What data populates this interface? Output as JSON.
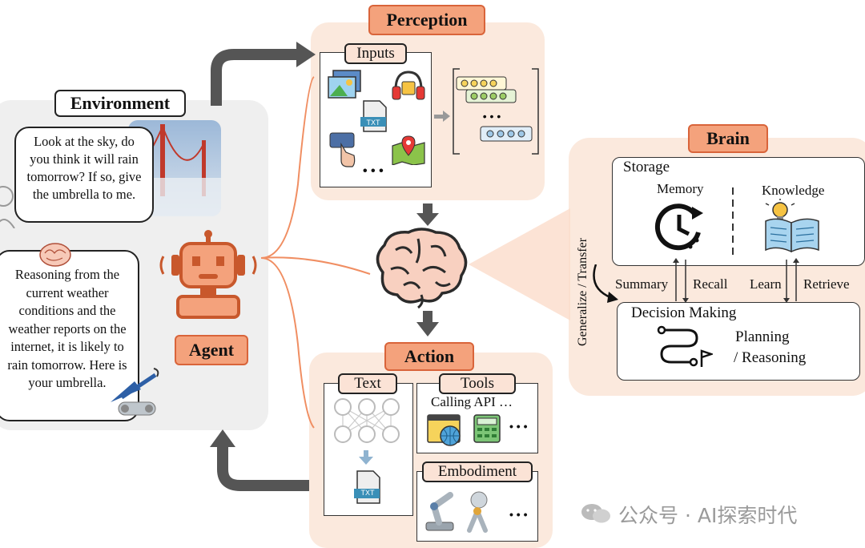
{
  "environment": {
    "title": "Environment",
    "human_message": "Look at the sky, do you think it will rain tomorrow? If so, give the umbrella to me.",
    "agent_reply": "Reasoning from the current weather conditions and the weather reports on the internet, it is likely to rain tomorrow. Here is your umbrella."
  },
  "agent": {
    "label": "Agent"
  },
  "perception": {
    "title": "Perception",
    "inputs_label": "Inputs",
    "more": "• • •"
  },
  "brain": {
    "title": "Brain",
    "storage_label": "Storage",
    "memory_label": "Memory",
    "knowledge_label": "Knowledge",
    "summary": "Summary",
    "recall": "Recall",
    "learn": "Learn",
    "retrieve": "Retrieve",
    "generalize": "Generalize / Transfer",
    "decision_label": "Decision Making",
    "planning_line1": "Planning",
    "planning_line2": "/ Reasoning"
  },
  "action": {
    "title": "Action",
    "text_label": "Text",
    "tools_label": "Tools",
    "calling_api": "Calling API …",
    "embodiment_label": "Embodiment",
    "more": "• • •",
    "txt_icon": "TXT"
  },
  "icons": {
    "images": "image-gallery-icon",
    "audio": "headphones-icon",
    "text_file": "txt-file-icon",
    "touch": "touch-icon",
    "map": "map-pin-icon",
    "memory": "clock-memory-icon",
    "knowledge": "book-lightbulb-icon",
    "decision": "path-flag-icon",
    "browser": "browser-globe-icon",
    "calculator": "calculator-icon"
  },
  "watermark": "公众号 · AI探索时代",
  "colors": {
    "accent_orange": "#f4a27c",
    "accent_border": "#d9643a",
    "panel_peach": "#fbe9dd",
    "panel_gray": "#efefef",
    "arrow_gray": "#555555"
  }
}
